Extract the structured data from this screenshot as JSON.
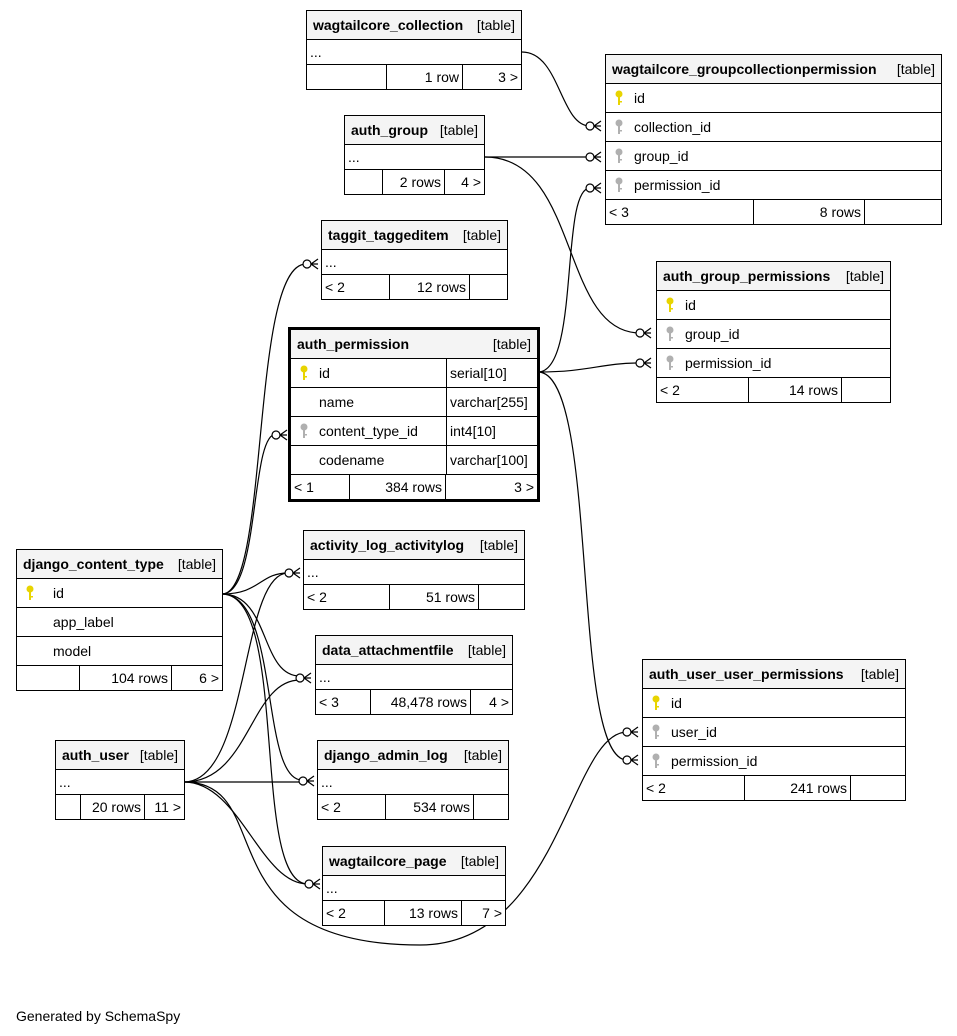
{
  "credit": "Generated by SchemaSpy",
  "colors": {
    "primary_key": "#e8d400",
    "foreign_key": "#b0b0b0",
    "header_bg": "#f4f4f4",
    "line": "#000000"
  },
  "icons": {
    "pk": "key-icon",
    "fk": "key-icon"
  },
  "tables": {
    "wagtailcore_collection": {
      "name": "wagtailcore_collection",
      "type": "[table]",
      "ellipsis": "...",
      "parents": "",
      "rows": "1 row",
      "children": "3 >"
    },
    "wagtailcore_groupcollectionpermission": {
      "name": "wagtailcore_groupcollectionpermission",
      "type": "[table]",
      "columns": [
        {
          "name": "id",
          "key": "pk"
        },
        {
          "name": "collection_id",
          "key": "fk"
        },
        {
          "name": "group_id",
          "key": "fk"
        },
        {
          "name": "permission_id",
          "key": "fk"
        }
      ],
      "parents": "< 3",
      "rows": "8 rows",
      "children": ""
    },
    "auth_group": {
      "name": "auth_group",
      "type": "[table]",
      "ellipsis": "...",
      "parents": "",
      "rows": "2 rows",
      "children": "4 >"
    },
    "taggit_taggeditem": {
      "name": "taggit_taggeditem",
      "type": "[table]",
      "ellipsis": "...",
      "parents": "< 2",
      "rows": "12 rows",
      "children": ""
    },
    "auth_group_permissions": {
      "name": "auth_group_permissions",
      "type": "[table]",
      "columns": [
        {
          "name": "id",
          "key": "pk"
        },
        {
          "name": "group_id",
          "key": "fk"
        },
        {
          "name": "permission_id",
          "key": "fk"
        }
      ],
      "parents": "< 2",
      "rows": "14 rows",
      "children": ""
    },
    "auth_permission": {
      "name": "auth_permission",
      "type": "[table]",
      "columns": [
        {
          "name": "id",
          "key": "pk",
          "datatype": "serial[10]"
        },
        {
          "name": "name",
          "key": "",
          "datatype": "varchar[255]"
        },
        {
          "name": "content_type_id",
          "key": "fk",
          "datatype": "int4[10]"
        },
        {
          "name": "codename",
          "key": "",
          "datatype": "varchar[100]"
        }
      ],
      "parents": "< 1",
      "rows": "384 rows",
      "children": "3 >"
    },
    "django_content_type": {
      "name": "django_content_type",
      "type": "[table]",
      "columns": [
        {
          "name": "id",
          "key": "pk"
        },
        {
          "name": "app_label",
          "key": ""
        },
        {
          "name": "model",
          "key": ""
        }
      ],
      "parents": "",
      "rows": "104 rows",
      "children": "6 >"
    },
    "activity_log_activitylog": {
      "name": "activity_log_activitylog",
      "type": "[table]",
      "ellipsis": "...",
      "parents": "< 2",
      "rows": "51 rows",
      "children": ""
    },
    "data_attachmentfile": {
      "name": "data_attachmentfile",
      "type": "[table]",
      "ellipsis": "...",
      "parents": "< 3",
      "rows": "48,478 rows",
      "children": "4 >"
    },
    "auth_user_user_permissions": {
      "name": "auth_user_user_permissions",
      "type": "[table]",
      "columns": [
        {
          "name": "id",
          "key": "pk"
        },
        {
          "name": "user_id",
          "key": "fk"
        },
        {
          "name": "permission_id",
          "key": "fk"
        }
      ],
      "parents": "< 2",
      "rows": "241 rows",
      "children": ""
    },
    "auth_user": {
      "name": "auth_user",
      "type": "[table]",
      "ellipsis": "...",
      "parents": "",
      "rows": "20 rows",
      "children": "11 >"
    },
    "django_admin_log": {
      "name": "django_admin_log",
      "type": "[table]",
      "ellipsis": "...",
      "parents": "< 2",
      "rows": "534 rows",
      "children": ""
    },
    "wagtailcore_page": {
      "name": "wagtailcore_page",
      "type": "[table]",
      "ellipsis": "...",
      "parents": "< 2",
      "rows": "13 rows",
      "children": "7 >"
    }
  }
}
